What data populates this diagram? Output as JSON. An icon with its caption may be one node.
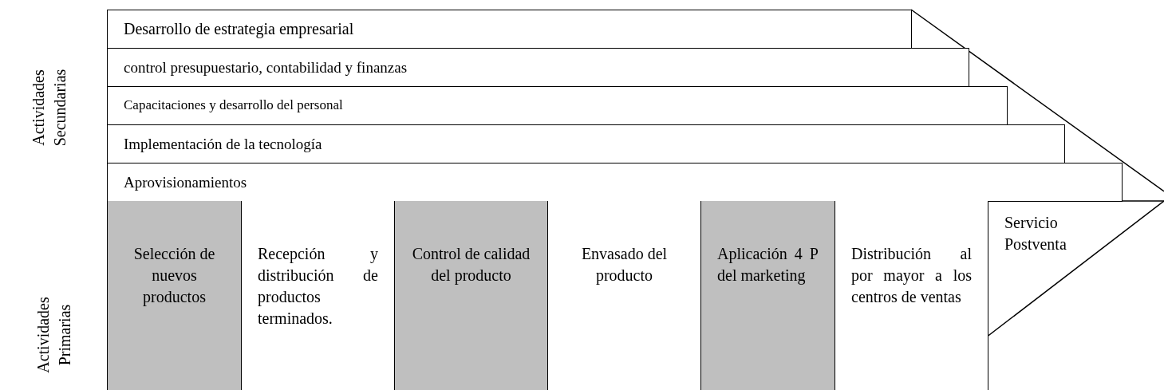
{
  "diagram": {
    "nodes": [
      {
        "text": [
          "Desarrollo de estrategia empresarial"
        ]
      },
      {
        "text": [
          "control presupuestario, contabilidad y finanzas"
        ]
      },
      {
        "text": [
          "Capacitaciones y desarrollo del personal"
        ]
      },
      {
        "text": [
          "Implementación de la tecnología"
        ]
      },
      {
        "text": [
          "Aprovisionamientos"
        ]
      },
      {
        "text": [
          "Selección de nuevos productos"
        ]
      },
      {
        "text": [
          "Recepción y distribución de productos terminados."
        ]
      },
      {
        "text": [
          "Control de calidad del producto"
        ]
      },
      {
        "text": [
          "Envasado del producto"
        ]
      },
      {
        "text": [
          "Aplicación 4 P del marketing"
        ]
      },
      {
        "text": [
          "Distribución al por mayor a los centros de ventas"
        ]
      },
      {
        "text": [
          "Servicio Postventa"
        ]
      }
    ],
    "labels": [
      "Actividades Secundarias",
      "Actividades Primarias"
    ]
  }
}
